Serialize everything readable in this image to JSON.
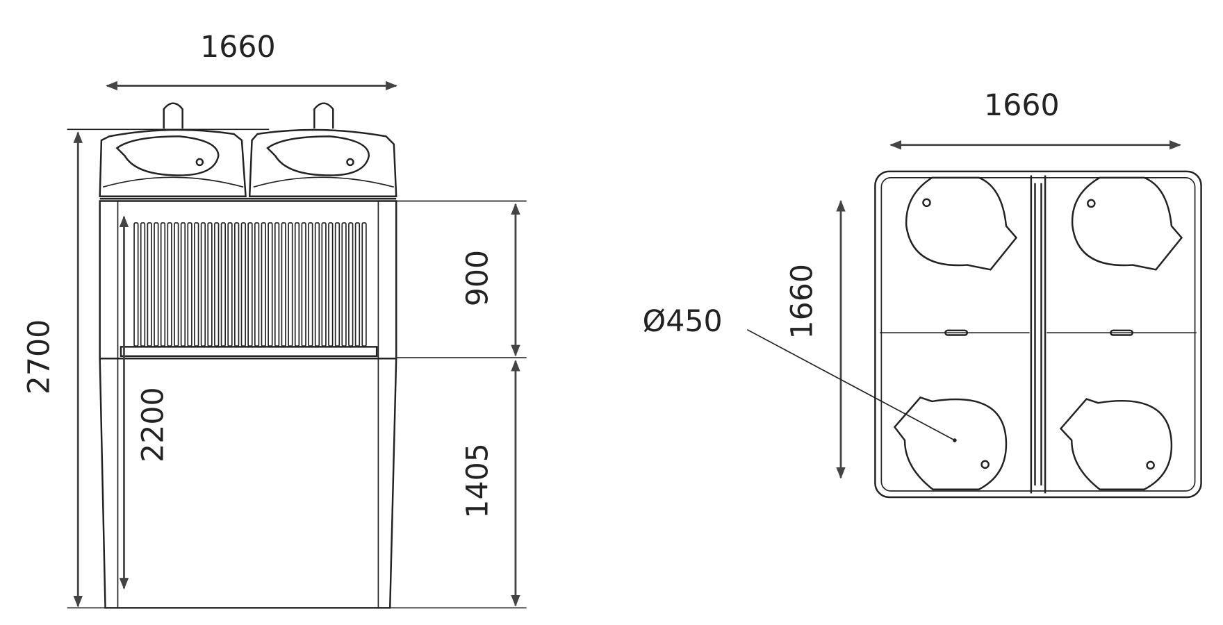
{
  "front_view": {
    "width_label": "1660",
    "total_height_label": "2700",
    "inner_height_label": "2200",
    "upper_section_label": "900",
    "lower_section_label": "1405"
  },
  "top_view": {
    "width_label": "1660",
    "depth_label": "1660",
    "opening_diameter_label": "Ø450"
  }
}
